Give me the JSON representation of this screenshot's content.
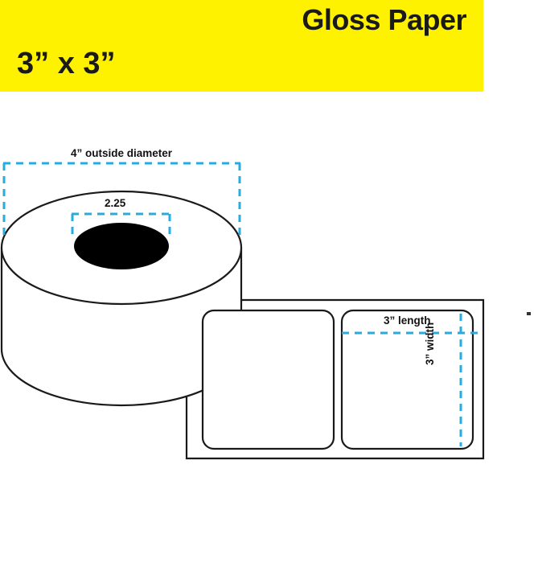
{
  "banner": {
    "background_color": "#FFF200",
    "title": "Gloss Paper",
    "size": "3” x 3”"
  },
  "diagram": {
    "type": "label-roll-dimension-diagram",
    "line_color": "#000000",
    "dimension_line_color": "#29ABE2",
    "core_fill_color": "#000000",
    "labels": {
      "outside_diameter": "4” outside diameter",
      "core_diameter": "2.25",
      "label_length": "3” length",
      "label_width": "3” width"
    }
  }
}
